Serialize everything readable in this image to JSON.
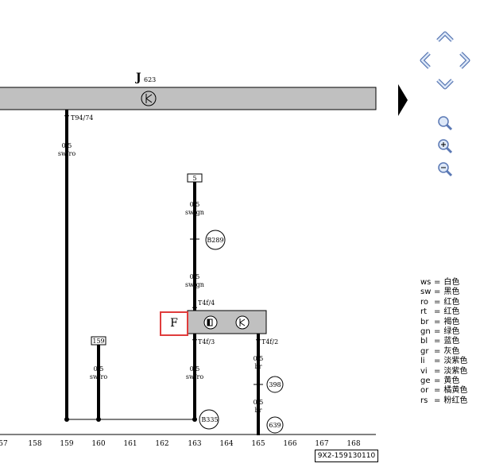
{
  "header": {
    "component_label": "J",
    "component_sub": "623"
  },
  "wires": {
    "w1": {
      "pin": "T94/74",
      "gauge": "0,5",
      "color": "sw/ro"
    },
    "w2": {
      "term": "5",
      "gauge": "0,5",
      "color": "sw/gn",
      "node": "B289",
      "gauge2": "0,5",
      "color2": "sw/gn",
      "pin": "T4f/4"
    },
    "w3": {
      "term": "159",
      "gauge": "0,5",
      "color": "sw/ro"
    },
    "w4": {
      "pin": "T4f/3",
      "gauge": "0,5",
      "color": "sw/ro",
      "node": "B335"
    },
    "w5": {
      "pin": "T4f/2",
      "gauge": "0,5",
      "color": "br",
      "node": "398",
      "gauge2": "0,5",
      "color2": "br",
      "ref": "639"
    }
  },
  "component_f": {
    "label": "F"
  },
  "axis": {
    "ticks": [
      "57",
      "158",
      "159",
      "160",
      "161",
      "162",
      "163",
      "164",
      "165",
      "166",
      "167",
      "168"
    ]
  },
  "doc_id": "9X2-159130110",
  "legend": [
    {
      "code": "ws",
      "eq": "=",
      "name": "白色"
    },
    {
      "code": "sw",
      "eq": "=",
      "name": "黑色"
    },
    {
      "code": "ro",
      "eq": "=",
      "name": "红色"
    },
    {
      "code": "rt",
      "eq": "=",
      "name": "红色"
    },
    {
      "code": "br",
      "eq": "=",
      "name": "褐色"
    },
    {
      "code": "gn",
      "eq": "=",
      "name": "绿色"
    },
    {
      "code": "bl",
      "eq": "=",
      "name": "蓝色"
    },
    {
      "code": "gr",
      "eq": "=",
      "name": "灰色"
    },
    {
      "code": "li",
      "eq": "=",
      "name": "淡紫色"
    },
    {
      "code": "vi",
      "eq": "=",
      "name": "淡紫色"
    },
    {
      "code": "ge",
      "eq": "=",
      "name": "黄色"
    },
    {
      "code": "or",
      "eq": "=",
      "name": "橘黄色"
    },
    {
      "code": "rs",
      "eq": "=",
      "name": "粉红色"
    }
  ],
  "icons": {
    "pan_up": "chevron-up-icon",
    "pan_left": "chevron-left-icon",
    "pan_right": "chevron-right-icon",
    "pan_down": "chevron-down-icon",
    "next_page": "triangle-right-icon",
    "zoom_fit": "magnifier-icon",
    "zoom_in": "zoom-in-icon",
    "zoom_out": "zoom-out-icon"
  },
  "colors": {
    "component_fill": "#c0c0c0",
    "highlight": "#e03c3c",
    "wire": "#000000",
    "nav_fill": "#dde8f8",
    "nav_stroke": "#5a78b4"
  }
}
